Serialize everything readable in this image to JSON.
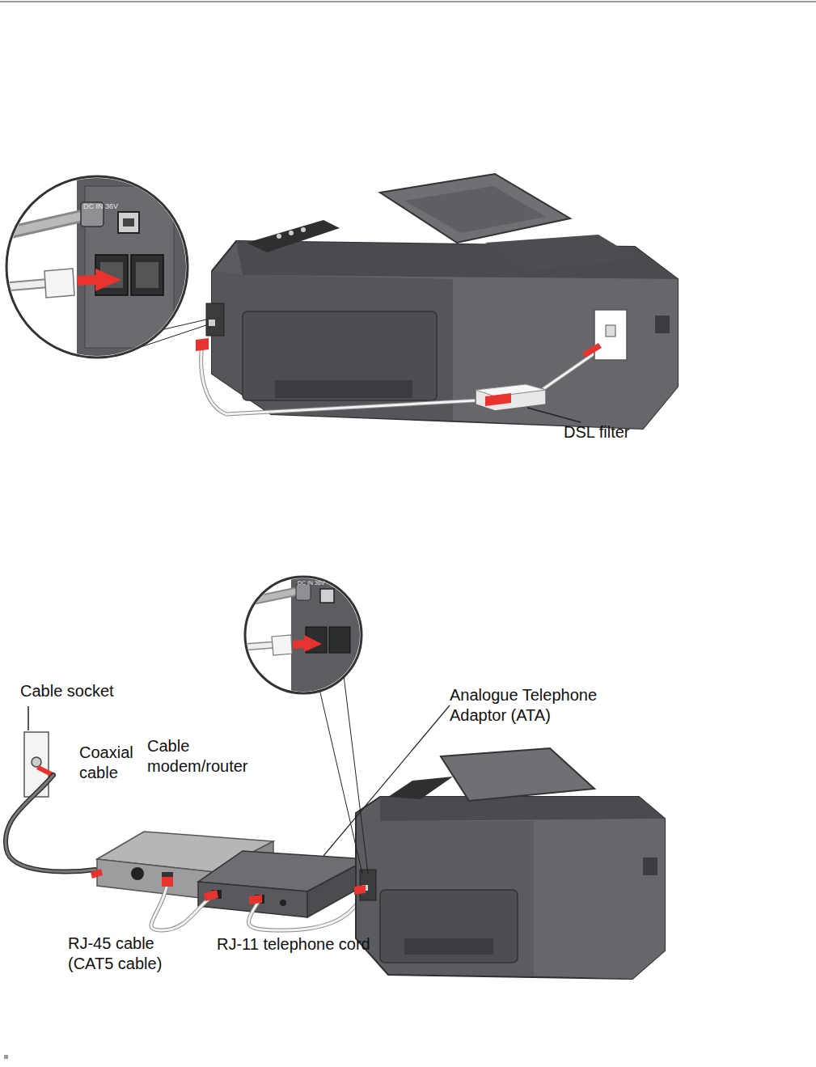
{
  "diagram": {
    "labels": [
      "DC IN 36V",
      "DSL filter",
      "Cable socket",
      "Coaxial cable",
      "Cable modem/router",
      "Analogue Telephone Adaptor (ATA)",
      "DC IN 36V",
      "RJ-45 cable (CAT5 cable)",
      "RJ-11 telephone cord"
    ]
  }
}
